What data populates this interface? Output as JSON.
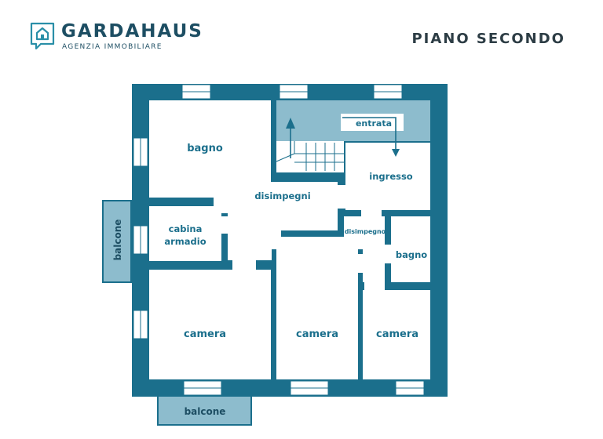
{
  "brand": {
    "name": "GARDAHAUS",
    "subtitle": "AGENZIA IMMOBILIARE",
    "logo_icon": "house-in-speech-bubble-icon",
    "color": "#1d4e63"
  },
  "floor_title": "PIANO SECONDO",
  "colors": {
    "wall": "#1b6f8c",
    "floor": "#ffffff",
    "shade": "#8dbccd"
  },
  "rooms": {
    "bagno_top": "bagno",
    "cabina_line1": "cabina",
    "cabina_line2": "armadio",
    "disimpegni": "disimpegni",
    "ingresso": "ingresso",
    "entrata": "entrata",
    "disimpegno": "disimpegno",
    "bagno_small": "bagno",
    "camera_left": "camera",
    "camera_mid": "camera",
    "camera_right": "camera",
    "balcone_left": "balcone",
    "balcone_bottom": "balcone"
  }
}
